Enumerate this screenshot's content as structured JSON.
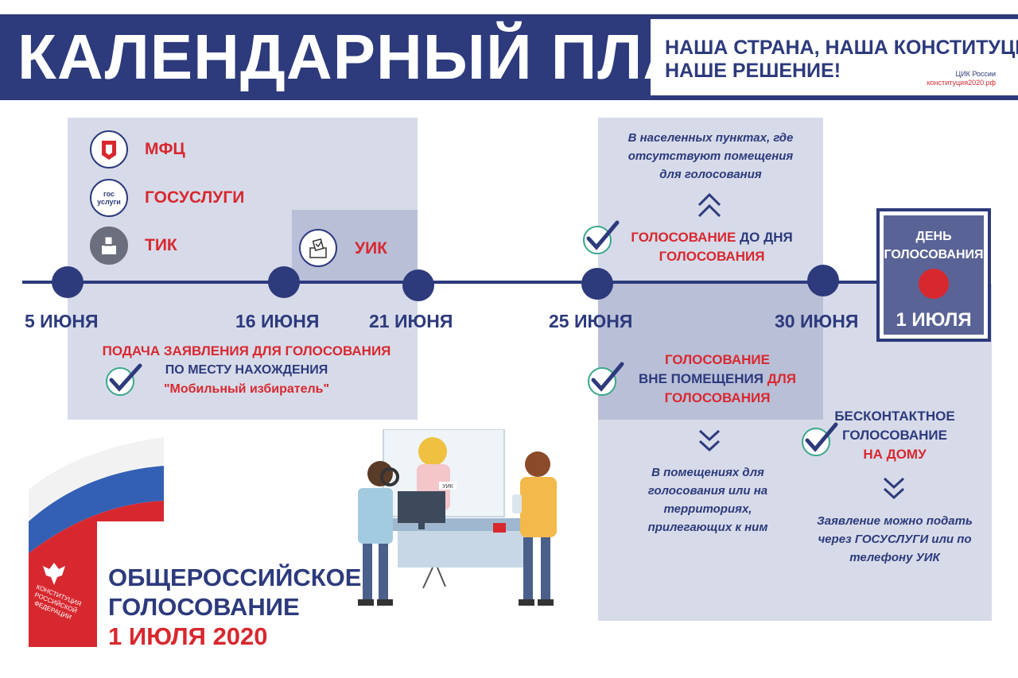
{
  "header": {
    "title": "КАЛЕНДАРНЫЙ ПЛАН",
    "slogan_line1": "НАША СТРАНА, НАША КОНСТИТУЦИЯ,",
    "slogan_line2": "НАШЕ РЕШЕНИЕ!",
    "cik": "ЦИК России",
    "site": "конституция2020.рф"
  },
  "organizations": [
    {
      "label": "МФЦ",
      "icon": "mfc-logo-icon"
    },
    {
      "label": "ГОСУСЛУГИ",
      "icon": "gosuslugi-logo-icon",
      "icon_text": "гос услуги"
    },
    {
      "label": "ТИК",
      "icon": "ballot-box-icon"
    },
    {
      "label": "УИК",
      "icon": "ballot-hand-icon"
    }
  ],
  "timeline": {
    "dates": [
      "5 ИЮНЯ",
      "16 ИЮНЯ",
      "21 ИЮНЯ",
      "25 ИЮНЯ",
      "30 ИЮНЯ"
    ],
    "voting_day": {
      "label_line1": "ДЕНЬ",
      "label_line2": "ГОЛОСОВАНИЯ",
      "date": "1 ИЮЛЯ"
    }
  },
  "application": {
    "line1": "ПОДАЧА ЗАЯВЛЕНИЯ ДЛЯ ГОЛОСОВАНИЯ",
    "line2": "ПО МЕСТУ НАХОЖДЕНИЯ",
    "line3": "\"Мобильный избиратель\""
  },
  "early_voting": {
    "note_line1": "В населенных пунктах, где",
    "note_line2": "отсутствуют помещения",
    "note_line3": "для голосования",
    "title_red1": "ГОЛОСОВАНИЕ",
    "title_navy1": " ДО ДНЯ",
    "title_red2": "ГОЛОСОВАНИЯ"
  },
  "outside_voting": {
    "line1": "ГОЛОСОВАНИЕ",
    "line2_navy": "ВНЕ ПОМЕЩЕНИЯ ",
    "line2_red": "ДЛЯ",
    "line3": "ГОЛОСОВАНИЯ",
    "note_line1": "В помещениях для",
    "note_line2": "голосования или на",
    "note_line3": "территориях,",
    "note_line4": "прилегающих к ним"
  },
  "contactless": {
    "line1": "БЕСКОНТАКТНОЕ",
    "line2": "ГОЛОСОВАНИЕ",
    "line3": "НА ДОМУ",
    "note_line1": "Заявление можно подать",
    "note_line2": "через ГОСУСЛУГИ или по",
    "note_line3": "телефону УИК"
  },
  "logo": {
    "line1": "ОБЩЕРОССИЙСКОЕ",
    "line2": "ГОЛОСОВАНИЕ",
    "line3": "1 ИЮЛЯ 2020",
    "flag_caption_1": "КОНСТИТУЦИЯ",
    "flag_caption_2": "РОССИЙСКОЙ",
    "flag_caption_3": "ФЕДЕРАЦИИ"
  },
  "illustration": {
    "badge": "УИК"
  },
  "colors": {
    "navy": "#2d3a7c",
    "red": "#d8282f",
    "panel": "#d7dbe9",
    "check": "#3aa88a"
  }
}
